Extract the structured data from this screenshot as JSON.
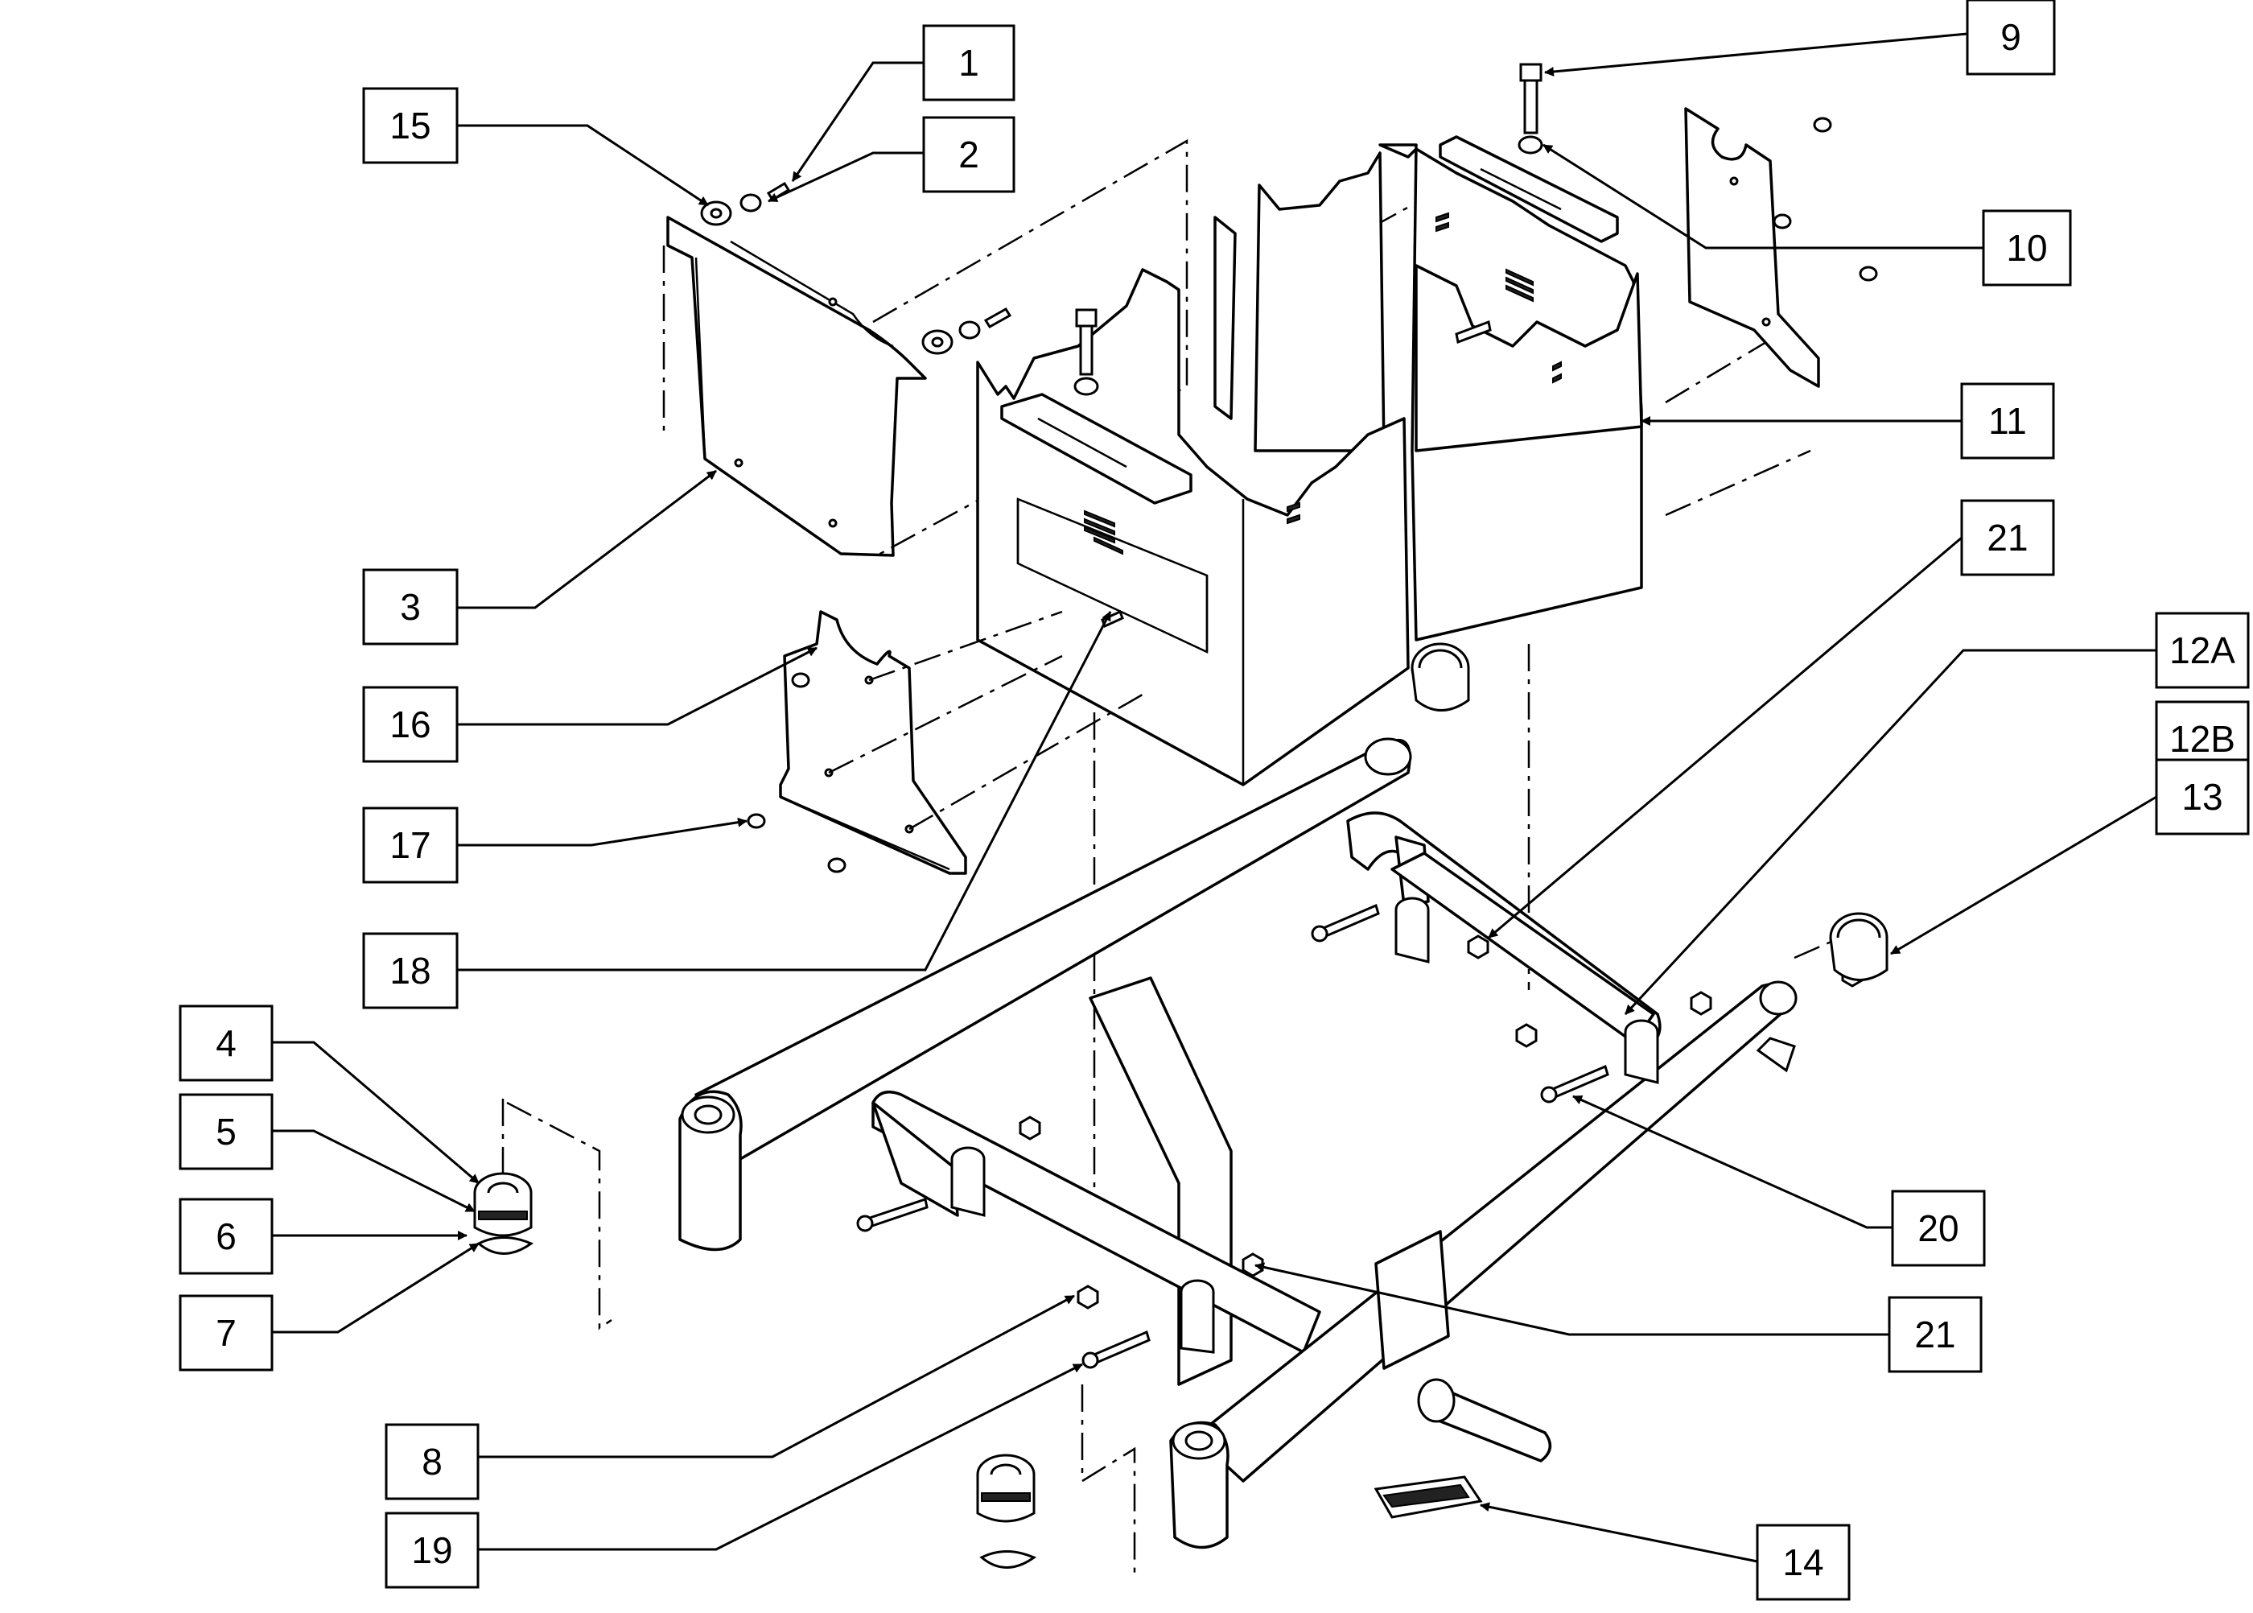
{
  "diagram": {
    "callouts": [
      {
        "id": "1",
        "text": "1"
      },
      {
        "id": "2",
        "text": "2"
      },
      {
        "id": "3",
        "text": "3"
      },
      {
        "id": "4",
        "text": "4"
      },
      {
        "id": "5",
        "text": "5"
      },
      {
        "id": "6",
        "text": "6"
      },
      {
        "id": "7",
        "text": "7"
      },
      {
        "id": "8",
        "text": "8"
      },
      {
        "id": "9",
        "text": "9"
      },
      {
        "id": "10",
        "text": "10"
      },
      {
        "id": "11",
        "text": "11"
      },
      {
        "id": "12A",
        "text": "12A"
      },
      {
        "id": "12B",
        "text": "12B"
      },
      {
        "id": "13",
        "text": "13"
      },
      {
        "id": "14",
        "text": "14"
      },
      {
        "id": "15",
        "text": "15"
      },
      {
        "id": "16",
        "text": "16"
      },
      {
        "id": "17",
        "text": "17"
      },
      {
        "id": "18",
        "text": "18"
      },
      {
        "id": "19",
        "text": "19"
      },
      {
        "id": "20",
        "text": "20"
      },
      {
        "id": "21a",
        "text": "21"
      },
      {
        "id": "21b",
        "text": "21"
      }
    ]
  }
}
